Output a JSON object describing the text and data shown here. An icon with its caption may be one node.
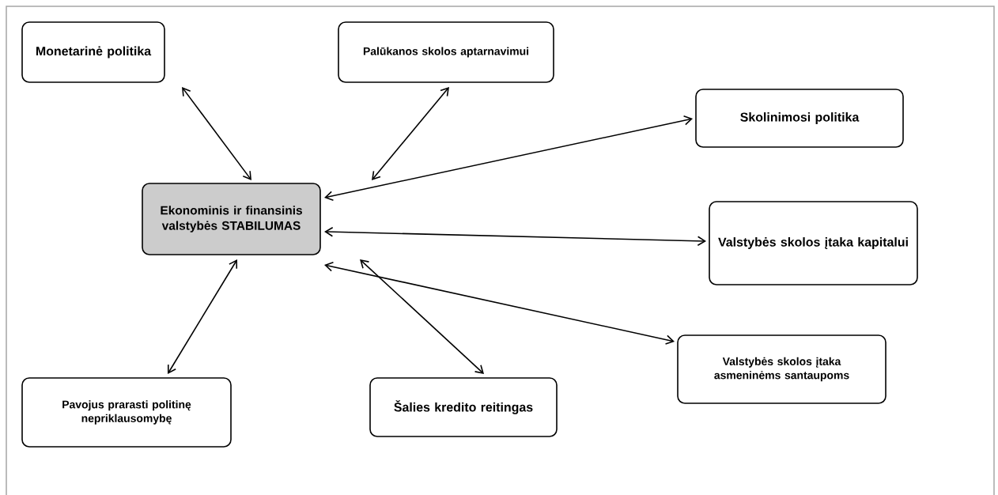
{
  "diagram": {
    "nodes": [
      {
        "text": [
          "Ekonominis ir finansinis valstybės STABILUMAS"
        ]
      },
      {
        "text": [
          "Monetarinė politika"
        ]
      },
      {
        "text": [
          "Palūkanos skolos aptarnavimui"
        ]
      },
      {
        "text": [
          "Skolinimosi politika"
        ]
      },
      {
        "text": [
          "Valstybės skolos įtaka kapitalui"
        ]
      },
      {
        "text": [
          "Valstybės skolos įtaka asmeninėms santaupoms"
        ]
      },
      {
        "text": [
          "Pavojus prarasti politinę nepriklausomybę"
        ]
      },
      {
        "text": [
          "Šalies kredito reitingas"
        ]
      }
    ],
    "edges": [
      {
        "from": 0,
        "to": 1,
        "arrow": "both"
      },
      {
        "from": 0,
        "to": 2,
        "arrow": "both"
      },
      {
        "from": 0,
        "to": 3,
        "arrow": "both"
      },
      {
        "from": 0,
        "to": 4,
        "arrow": "both"
      },
      {
        "from": 0,
        "to": 5,
        "arrow": "both"
      },
      {
        "from": 0,
        "to": 6,
        "arrow": "both"
      },
      {
        "from": 0,
        "to": 7,
        "arrow": "both"
      }
    ]
  }
}
